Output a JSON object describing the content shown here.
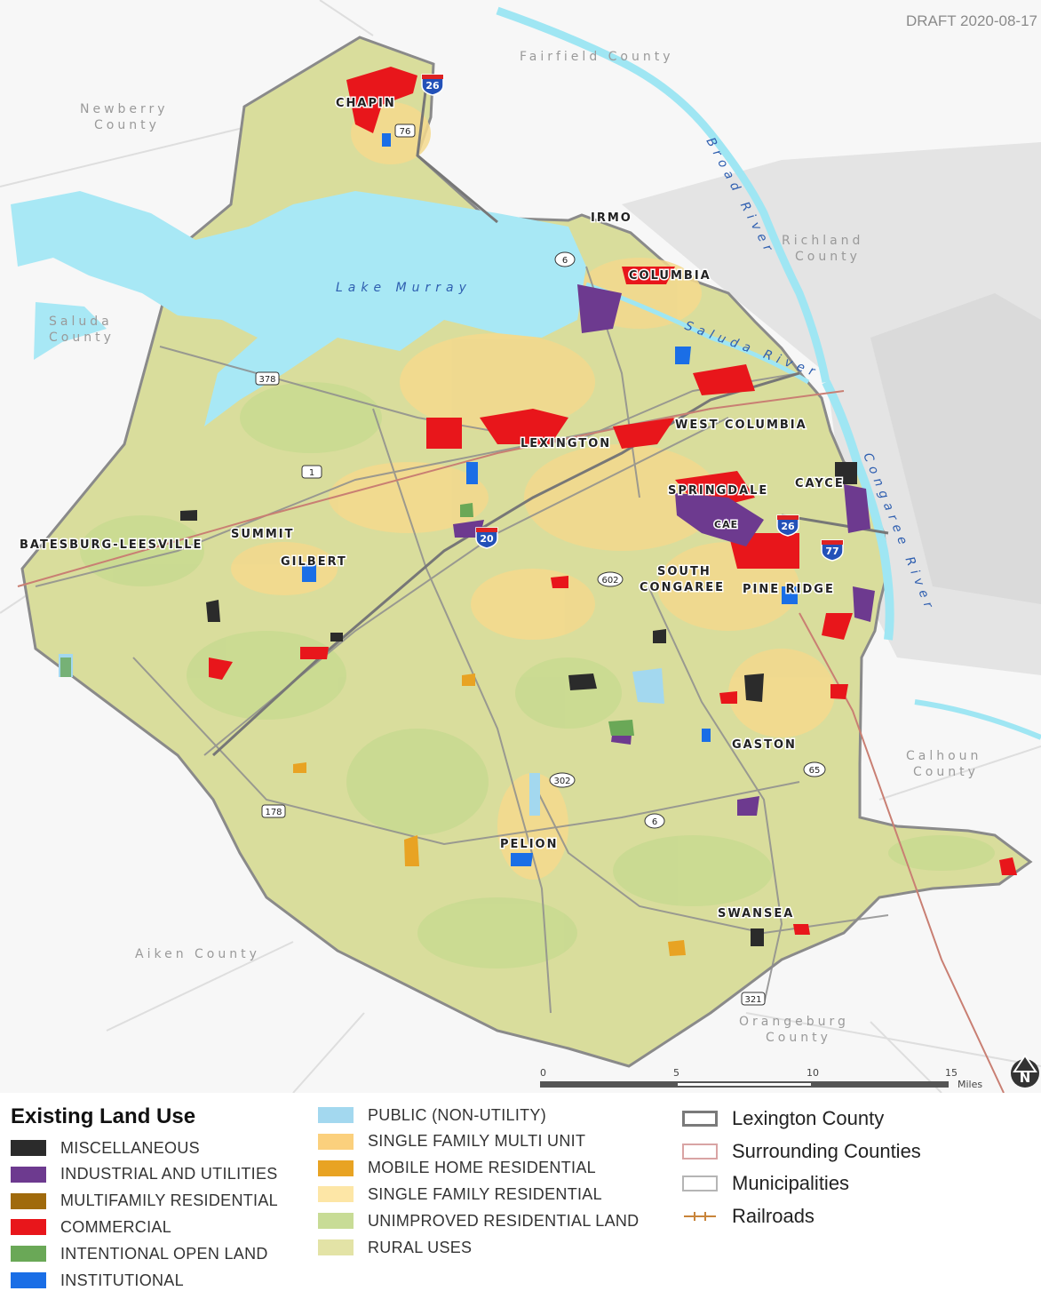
{
  "draft_label": "DRAFT 2020-08-17",
  "places": {
    "chapin": "CHAPIN",
    "irmo": "IRMO",
    "columbia": "COLUMBIA",
    "lexington": "LEXINGTON",
    "west_columbia": "WEST COLUMBIA",
    "springdale": "SPRINGDALE",
    "cayce": "CAYCE",
    "batesburg": "BATESBURG-LEESVILLE",
    "summit": "SUMMIT",
    "gilbert": "GILBERT",
    "south": "SOUTH",
    "congaree": "CONGAREE",
    "pine_ridge": "PINE RIDGE",
    "gaston": "GASTON",
    "pelion": "PELION",
    "swansea": "SWANSEA",
    "cae": "CAE"
  },
  "counties": {
    "fairfield": "Fairfield County",
    "newberry_1": "Newberry",
    "newberry_2": "County",
    "richland_1": "Richland",
    "richland_2": "County",
    "saluda_1": "Saluda",
    "saluda_2": "County",
    "calhoun_1": "Calhoun",
    "calhoun_2": "County",
    "aiken": "Aiken County",
    "orangeburg_1": "Orangeburg",
    "orangeburg_2": "County"
  },
  "water": {
    "lake_murray": "Lake Murray",
    "broad_river": "Broad River",
    "saluda_river": "Saluda River",
    "congaree_river": "Congaree River"
  },
  "routes": {
    "i26_north": "26",
    "us76": "76",
    "sc6_north": "6",
    "us378": "378",
    "us1": "1",
    "i20": "20",
    "i26_south": "26",
    "i77": "77",
    "sc602": "602",
    "sc65": "65",
    "sc302": "302",
    "sc6_south": "6",
    "us178": "178",
    "us321": "321"
  },
  "scale": {
    "t0": "0",
    "t5": "5",
    "t10": "10",
    "t15": "15",
    "unit": "Miles"
  },
  "legend": {
    "title": "Existing Land Use",
    "items": [
      {
        "label": "MISCELLANEOUS",
        "color": "#2b2b2b"
      },
      {
        "label": "INDUSTRIAL AND UTILITIES",
        "color": "#6d3a8f"
      },
      {
        "label": "MULTIFAMILY RESIDENTIAL",
        "color": "#a06a0c"
      },
      {
        "label": "COMMERCIAL",
        "color": "#e8161b"
      },
      {
        "label": "INTENTIONAL OPEN LAND",
        "color": "#6aa857"
      },
      {
        "label": "INSTITUTIONAL",
        "color": "#1a6ee6"
      },
      {
        "label": "PUBLIC (NON-UTILITY)",
        "color": "#a3d8ef"
      },
      {
        "label": "SINGLE FAMILY MULTI UNIT",
        "color": "#fbd07d"
      },
      {
        "label": "MOBILE HOME RESIDENTIAL",
        "color": "#e8a323"
      },
      {
        "label": "SINGLE FAMILY RESIDENTIAL",
        "color": "#fde6a6"
      },
      {
        "label": "UNIMPROVED RESIDENTIAL LAND",
        "color": "#c8dc96"
      },
      {
        "label": "RURAL USES",
        "color": "#e3e3a6"
      }
    ],
    "ref": [
      {
        "label": "Lexington County",
        "color": "#7a7a7a"
      },
      {
        "label": "Surrounding Counties",
        "color": "#d9a4a4"
      },
      {
        "label": "Municipalities",
        "color": "#b5b5b5"
      },
      {
        "label": "Railroads",
        "color": "#c8843a"
      }
    ]
  },
  "colors": {
    "county_fill": "#d9dd9c",
    "county_edge": "#8a8a8a",
    "water": "#a8e8f5",
    "urban_gray": "#e2e2e2"
  }
}
